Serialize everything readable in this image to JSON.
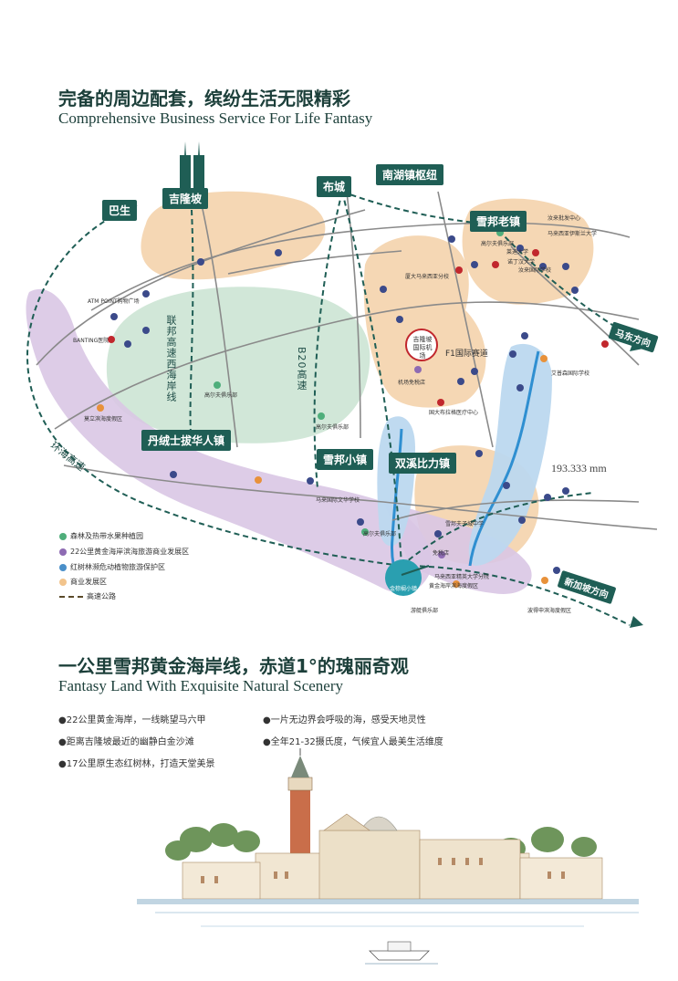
{
  "section1": {
    "title_cn": "完备的周边配套，缤纷生活无限精彩",
    "title_en": "Comprehensive Business Service For Life Fantasy"
  },
  "map": {
    "places": {
      "bashang": "巴生",
      "jilongpo": "吉隆坡",
      "bucheng": "布城",
      "nanhu": "南湖镇枢纽",
      "xuebang_old": "雪邦老镇",
      "danrong": "丹绒士拔华人镇",
      "xuebang_small": "雪邦小镇",
      "shuangxi": "双溪比力镇"
    },
    "roads": {
      "lianbang": "联邦高速西海岸线",
      "b20": "B20高速",
      "ring": "环海高速",
      "to_madong": "马东方向",
      "to_singapore": "新加坡方向"
    },
    "poi": {
      "atm": "ATM POINT购物广场",
      "banting": "BANTING医院",
      "golf1": "高尔夫俱乐部",
      "golf2": "高尔夫俱乐部",
      "golf3": "高尔夫俱乐部",
      "golf4": "高尔夫俱乐部",
      "beach": "莫立滨海度假区",
      "airport": "吉隆坡国际机场",
      "airport_tax": "机场免税店",
      "f1": "F1国际赛道",
      "xiamen": "厦大马来西亚分校",
      "nottingham": "诺丁汉大学",
      "malaysia_univ": "马来西亚伊斯兰大学",
      "wholesale": "汝来批发中心",
      "lishan": "莱迪大学",
      "intl_school": "汝来国际学校",
      "medical": "国大布拉格医疗中心",
      "ai_school": "艾普森国际学校",
      "school1": "马来国际文华学校",
      "school2": "雪邦夫子城中学",
      "dutyfree": "免税店",
      "univ_branch": "马来西亚精英大学分院",
      "gold_beach": "黄金海岸滨海度假区",
      "yacht": "游艇俱乐部",
      "porto": "波得申滨海度假区",
      "golden_palm": "金棕榈小镇"
    },
    "scale_note": "193.333 mm"
  },
  "legend": [
    {
      "label": "森林及热带水果种植园",
      "color": "#4fae7b"
    },
    {
      "label": "22公里黄金海岸滨海旅游商业发展区",
      "color": "#8e6bb3"
    },
    {
      "label": "红树林濒危动植物旅游保护区",
      "color": "#4a8fc9"
    },
    {
      "label": "商业发展区",
      "color": "#f2c48c"
    },
    {
      "label": "高速公路",
      "color": "#5a4a2a"
    }
  ],
  "section2": {
    "title_cn": "一公里雪邦黄金海岸线，赤道1°的瑰丽奇观",
    "title_en": "Fantasy Land With Exquisite Natural Scenery",
    "bullets_left": [
      "●22公里黄金海岸，一线眺望马六甲",
      "●距离吉隆坡最近的幽静白金沙滩",
      "●17公里原生态红树林，打造天堂美景"
    ],
    "bullets_right": [
      "●一片无边界会呼吸的海，感受天地灵性",
      "●全年21-32摄氏度，气候宜人最美生活维度"
    ]
  }
}
